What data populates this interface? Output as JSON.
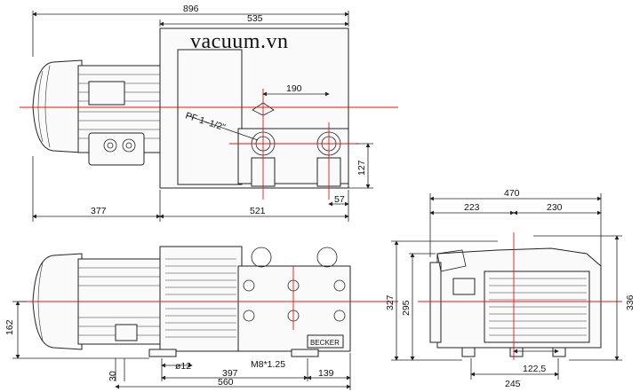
{
  "watermark": "vacuum.vn",
  "top_view": {
    "dim_896": "896",
    "dim_535": "535",
    "dim_190": "190",
    "port_label": "PF 1–1/2\"",
    "dim_127": "127",
    "dim_57": "57",
    "dim_377": "377",
    "dim_521": "521"
  },
  "side_view": {
    "dim_162": "162",
    "dim_30": "30",
    "dim_12": "ø12",
    "dim_m8": "M8*1.25",
    "dim_397": "397",
    "dim_139": "139",
    "dim_560": "560",
    "brand": "BECKER"
  },
  "end_view": {
    "dim_470": "470",
    "dim_223": "223",
    "dim_230": "230",
    "dim_327": "327",
    "dim_295": "295",
    "dim_336": "336",
    "dim_122_5": "122,5",
    "dim_245": "245"
  }
}
